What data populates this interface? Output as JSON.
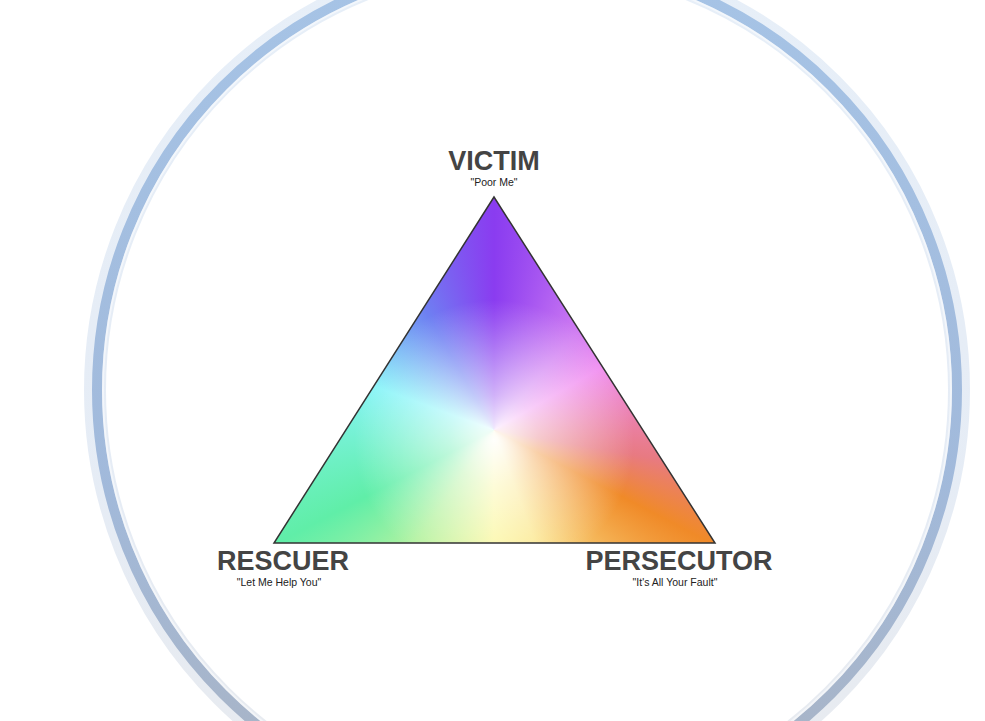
{
  "diagram": {
    "labels": [
      "VICTIM",
      "\"Poor Me\"",
      "RESCUER",
      "\"Let Me Help You\"",
      "PERSECUTOR",
      "\"It's All Your Fault\""
    ]
  }
}
